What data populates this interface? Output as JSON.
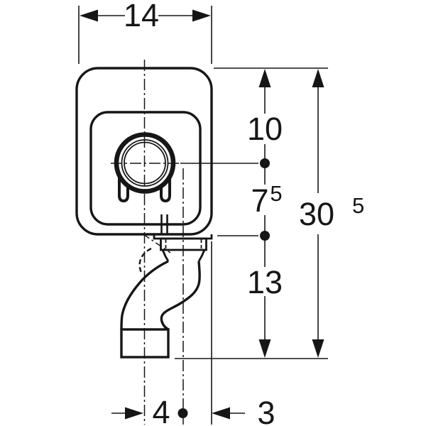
{
  "drawing": {
    "description": "Technical line drawing of a concealed wall trap with chained dimension annotations",
    "colors": {
      "line": "#161616",
      "background": "#ffffff"
    },
    "dims": {
      "width_top": "14",
      "right_chain": [
        {
          "value": "10"
        },
        {
          "value": "7",
          "sup": "5"
        },
        {
          "value": "13"
        }
      ],
      "total_height": {
        "value": "30",
        "sup": "5"
      },
      "bottom_offset_center": "4",
      "bottom_offset_edge": "3"
    }
  }
}
